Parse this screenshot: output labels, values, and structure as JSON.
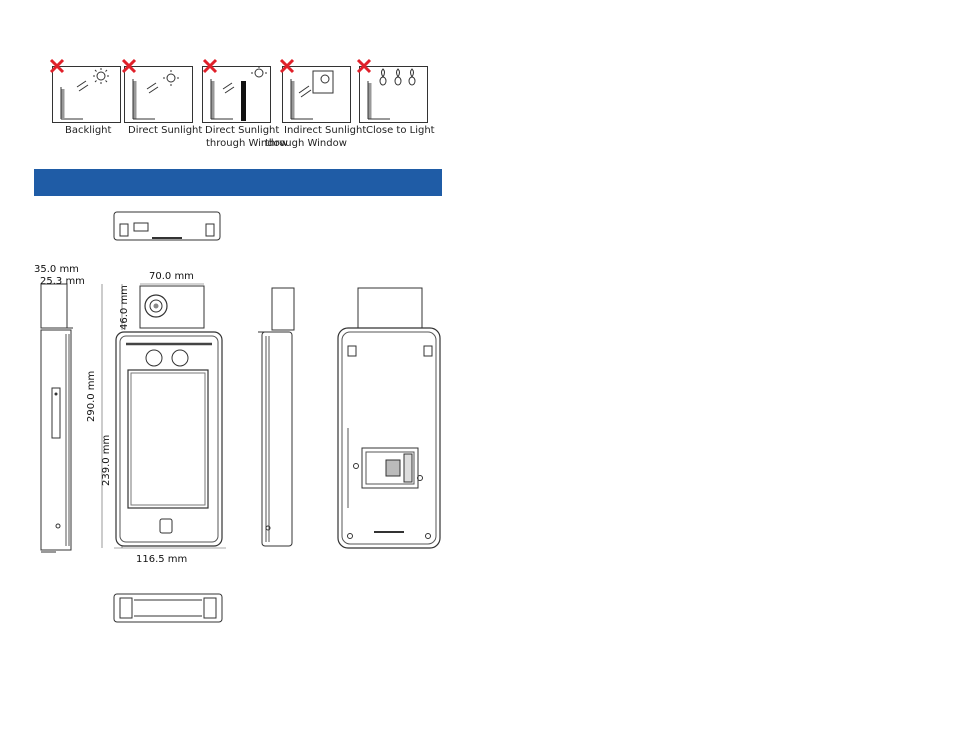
{
  "lighting_panels": [
    {
      "caption_line1": "Backlight",
      "caption_line2": "",
      "icon": "backlight-scene-icon"
    },
    {
      "caption_line1": "Direct Sunlight",
      "caption_line2": "",
      "icon": "direct-sunlight-scene-icon"
    },
    {
      "caption_line1": "Direct Sunlight",
      "caption_line2": "through Window",
      "icon": "sunlight-through-window-scene-icon"
    },
    {
      "caption_line1": "Indirect Sunlight",
      "caption_line2": "through Window",
      "icon": "indirect-sunlight-scene-icon"
    },
    {
      "caption_line1": "Close to Light",
      "caption_line2": "",
      "icon": "close-to-light-scene-icon"
    }
  ],
  "x_mark_color": "#e0202a",
  "section_bar": {
    "title": "",
    "color": "#1f5ca6"
  },
  "dimensions": {
    "depth_total": "35.0 mm",
    "depth_body": "25.3 mm",
    "camera_width": "70.0 mm",
    "camera_height": "46.0 mm",
    "total_height": "290.0 mm",
    "body_height": "239.0 mm",
    "body_width": "116.5 mm"
  }
}
